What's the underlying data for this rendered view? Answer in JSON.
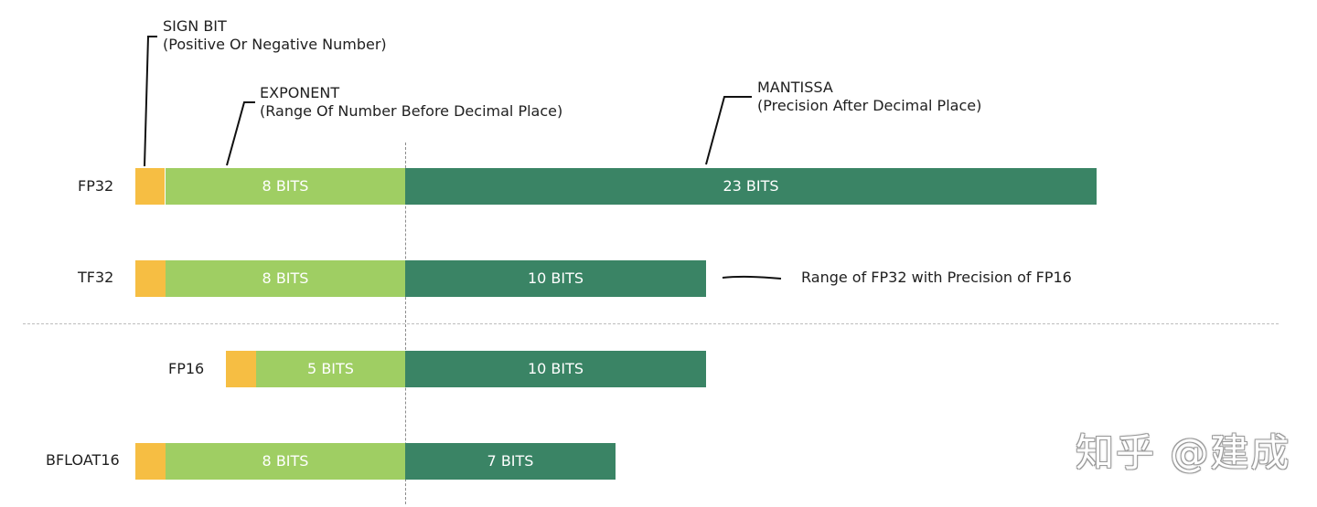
{
  "annotations": {
    "sign": {
      "title": "SIGN BIT",
      "desc": "(Positive Or Negative Number)"
    },
    "exponent": {
      "title": "EXPONENT",
      "desc": "(Range Of Number Before Decimal Place)"
    },
    "mantissa": {
      "title": "MANTISSA",
      "desc": "(Precision After Decimal Place)"
    }
  },
  "formats": [
    {
      "name": "FP32",
      "exponent_label": "8 BITS",
      "mantissa_label": "23 BITS"
    },
    {
      "name": "TF32",
      "exponent_label": "8 BITS",
      "mantissa_label": "10 BITS",
      "note": "Range of FP32 with Precision of FP16"
    },
    {
      "name": "FP16",
      "exponent_label": "5 BITS",
      "mantissa_label": "10 BITS"
    },
    {
      "name": "BFLOAT16",
      "exponent_label": "8 BITS",
      "mantissa_label": "7 BITS"
    }
  ],
  "colors": {
    "sign": "#f6be43",
    "exponent": "#9fce63",
    "mantissa": "#3a8465"
  },
  "watermark": "知乎 @建成"
}
